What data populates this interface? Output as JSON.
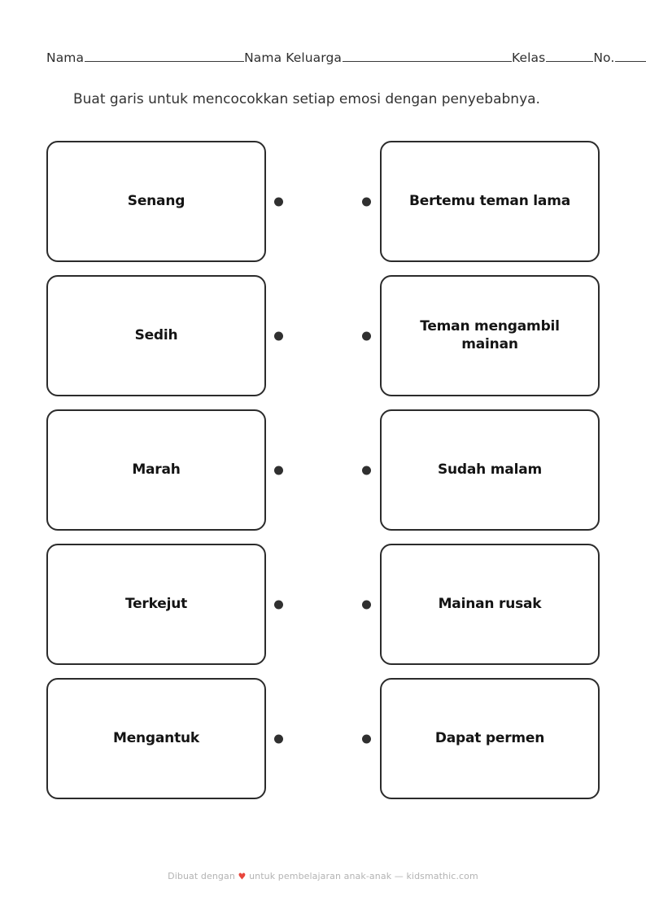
{
  "header": {
    "fields": [
      {
        "label": "Nama",
        "value": ""
      },
      {
        "label": "Nama Keluarga",
        "value": ""
      },
      {
        "label": "Kelas",
        "value": ""
      },
      {
        "label": "No.",
        "value": ""
      }
    ]
  },
  "instruction": "Buat garis untuk mencocokkan setiap emosi dengan penyebabnya.",
  "matching": {
    "rows": [
      {
        "left": "Senang",
        "right": "Bertemu teman lama"
      },
      {
        "left": "Sedih",
        "right": "Teman mengambil mainan"
      },
      {
        "left": "Marah",
        "right": "Sudah malam"
      },
      {
        "left": "Terkejut",
        "right": "Mainan rusak"
      },
      {
        "left": "Mengantuk",
        "right": "Dapat permen"
      }
    ]
  },
  "footer": {
    "text_before": "Dibuat dengan",
    "heart": "♥",
    "text_after": "untuk pembelajaran anak-anak — kidsmathic.com"
  },
  "colors": {
    "border": "#2b2b2b",
    "text": "#141414",
    "instruction": "#333333",
    "footer": "#b3b3b3",
    "heart": "#e8453c",
    "dot": "#303030"
  }
}
